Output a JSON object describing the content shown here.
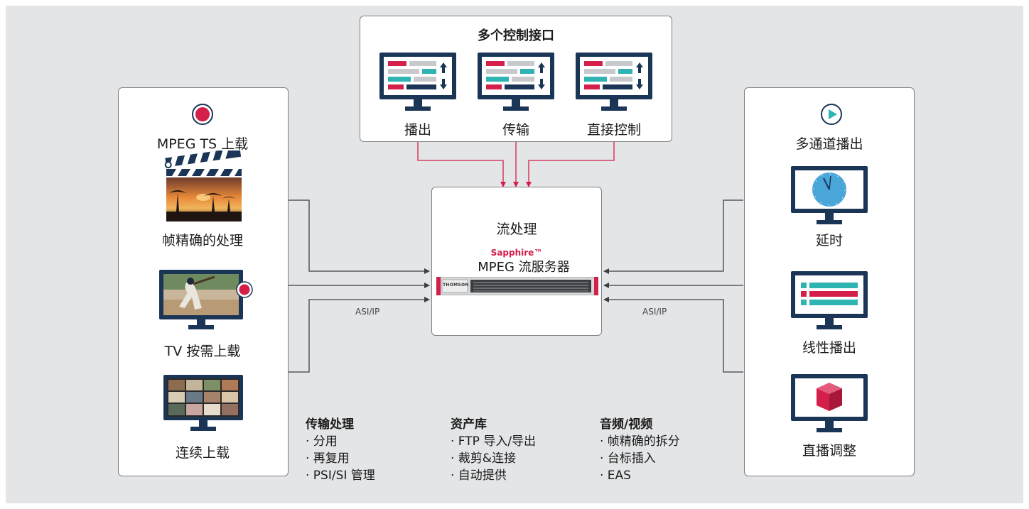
{
  "colors": {
    "accent": "#d31f4a",
    "navy": "#1a3556",
    "teal": "#2fb3b3",
    "gray": "#c7c9cc",
    "background": "#e4e5e7"
  },
  "top_panel": {
    "title": "多个控制接口",
    "items": [
      {
        "label": "播出",
        "icon": "control-monitor-icon"
      },
      {
        "label": "传输",
        "icon": "control-monitor-icon"
      },
      {
        "label": "直接控制",
        "icon": "control-monitor-icon"
      }
    ]
  },
  "left_panel": {
    "items": [
      {
        "label": "MPEG TS 上载",
        "icon": "record-icon"
      },
      {
        "label": "帧精确的处理",
        "icon": "clapperboard-icon"
      },
      {
        "label": "TV 按需上载",
        "icon": "tv-record-icon"
      },
      {
        "label": "连续上载",
        "icon": "multiview-monitor-icon"
      }
    ]
  },
  "right_panel": {
    "items": [
      {
        "label": "多通道播出",
        "icon": "play-icon"
      },
      {
        "label": "延时",
        "icon": "clock-monitor-icon"
      },
      {
        "label": "线性播出",
        "icon": "playlist-monitor-icon"
      },
      {
        "label": "直播调整",
        "icon": "cube-monitor-icon"
      }
    ]
  },
  "center": {
    "title": "流处理",
    "brand": "Sapphire™",
    "product": "MPEG 流服务器",
    "device_badge": "THOMSON"
  },
  "connectors": {
    "left_label": "ASI/IP",
    "right_label": "ASI/IP"
  },
  "features": [
    {
      "heading": "传输处理",
      "bullets": [
        "· 分用",
        "· 再复用",
        "· PSI/SI 管理"
      ]
    },
    {
      "heading": "资产库",
      "bullets": [
        "· FTP 导入/导出",
        "· 裁剪&连接",
        "· 自动提供"
      ]
    },
    {
      "heading": "音频/视频",
      "bullets": [
        "· 帧精确的拆分",
        "· 台标插入",
        "· EAS"
      ]
    }
  ]
}
